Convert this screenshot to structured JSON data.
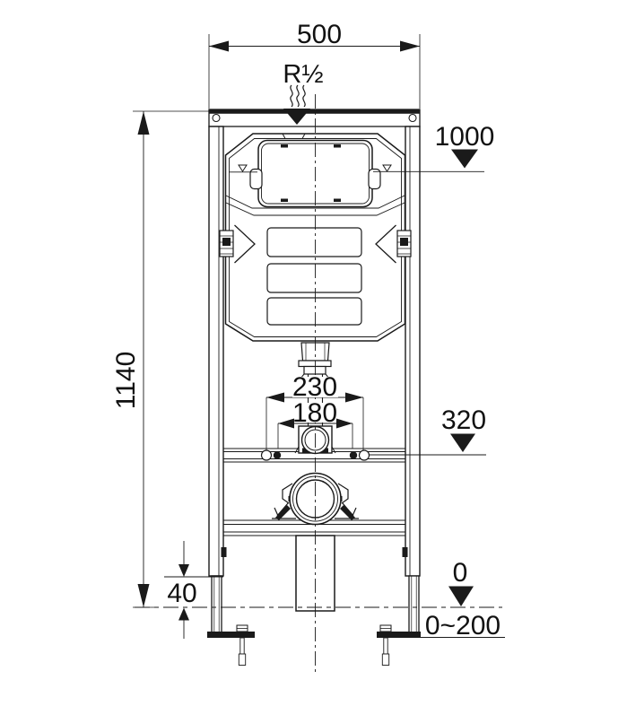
{
  "drawing_type": "installation-dimension-drawing",
  "dimensions": {
    "frame_width": "500",
    "frame_height": "1140",
    "fixing_spread_outer": "230",
    "fixing_spread_inner": "180",
    "foot_offset": "40"
  },
  "levels": {
    "water_inlet_connection": "R½",
    "cistern_water_level": "1000",
    "fixing_rail_level": "320",
    "finished_floor_level": "0",
    "floor_adjust_range": "0~200"
  },
  "colors": {
    "line": "#1a1a1a",
    "background": "#ffffff"
  }
}
